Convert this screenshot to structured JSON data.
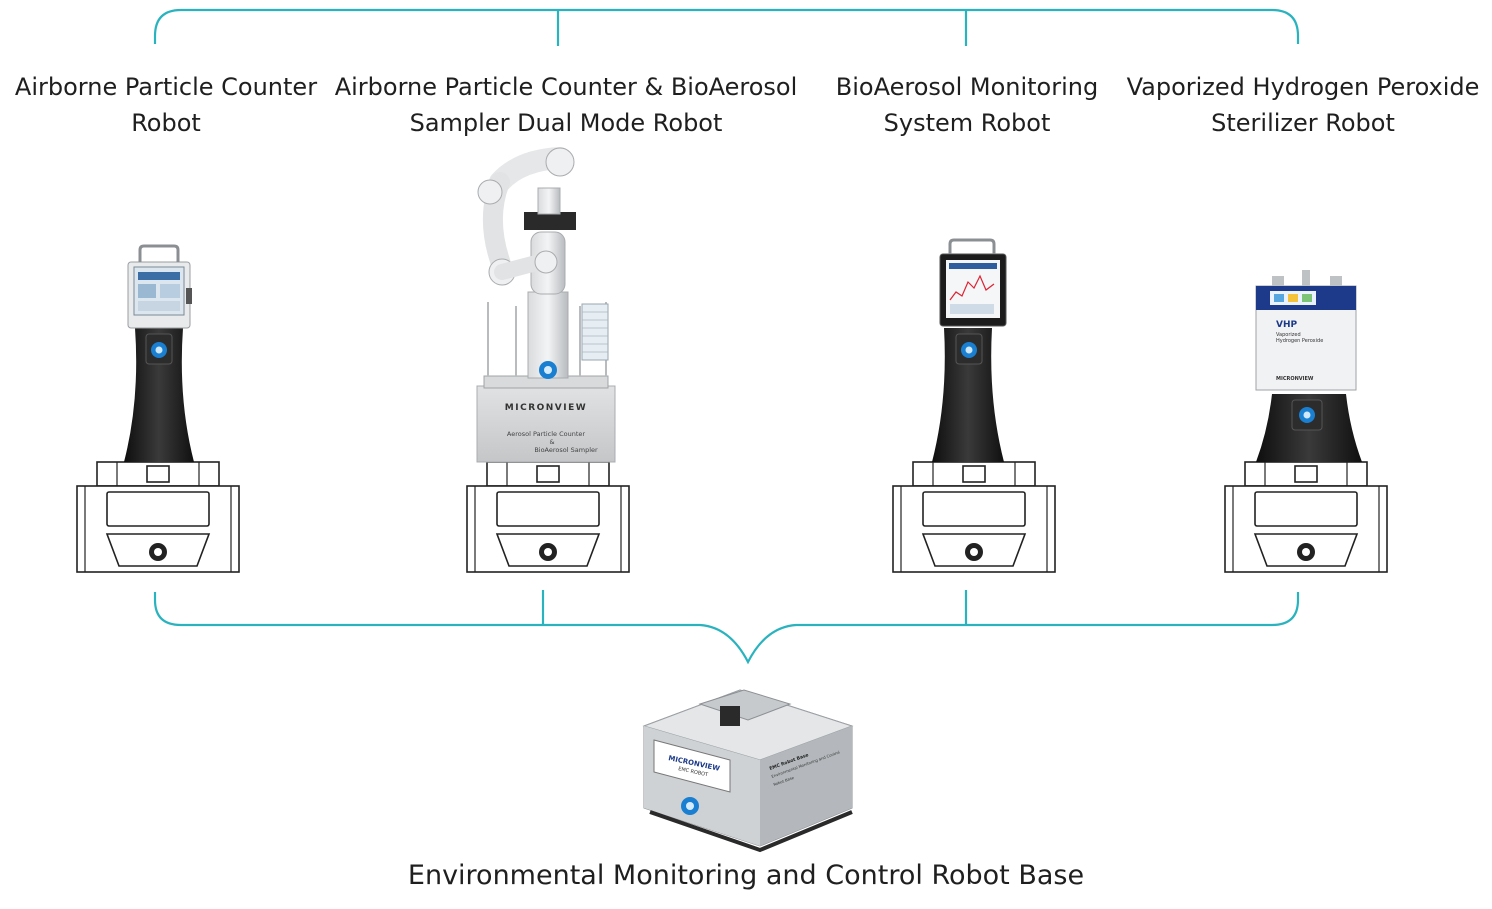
{
  "robots": [
    {
      "line1": "Airborne Particle Counter",
      "line2": "Robot"
    },
    {
      "line1": "Airborne Particle Counter & BioAerosol",
      "line2": "Sampler Dual Mode Robot"
    },
    {
      "line1": "BioAerosol Monitoring",
      "line2": "System Robot"
    },
    {
      "line1": "Vaporized Hydrogen Peroxide",
      "line2": "Sterilizer Robot"
    }
  ],
  "base_label": "Environmental Monitoring and Control Robot Base",
  "product_text": {
    "brand": "MICRONVIEW",
    "dual_line1": "Aerosol Particle Counter",
    "dual_amp": "&",
    "dual_line2": "BioAerosol Sampler",
    "vhp_title": "VHP",
    "vhp_line1": "Vaporized",
    "vhp_line2": "Hydrogen Peroxide",
    "base_brand": "MICRONVIEW",
    "base_sub": "EMC ROBOT",
    "base_side_title": "EMC Robot Base",
    "base_side_line1": "Environmental Monitoring and Control",
    "base_side_line2": "Robot Base"
  },
  "colors": {
    "connector": "#2ab3bf",
    "body_dark": "#1e1e1e",
    "steel": "#c9cccf",
    "vhp_blue": "#1d3a8a"
  }
}
